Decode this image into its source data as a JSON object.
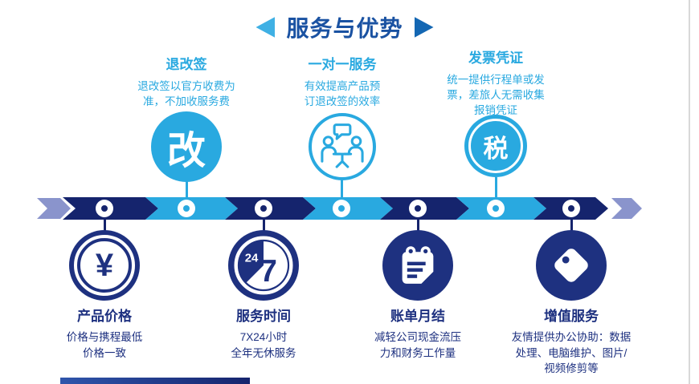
{
  "header": {
    "title": "服务与优势"
  },
  "top_items": [
    {
      "title": "退改签",
      "description": "退改签以官方收费为\n准，不加收服务费",
      "badge_glyph": "改"
    },
    {
      "title": "一对一服务",
      "description": "有效提高产品预\n订退改签的效率"
    },
    {
      "title": "发票凭证",
      "description": "统一提供行程单或发\n票，差旅人无需收集\n报销凭证",
      "badge_glyph": "税"
    }
  ],
  "bottom_items": [
    {
      "title": "产品价格",
      "description": "价格与携程最低\n价格一致",
      "icon_glyph": "¥"
    },
    {
      "title": "服务时间",
      "description": "7X24小时\n全年无休服务",
      "icon_label_hours": "24",
      "icon_label_days": "7"
    },
    {
      "title": "账单月结",
      "description": "减轻公司现金流压\n力和财务工作量"
    },
    {
      "title": "增值服务",
      "description": "友情提供办公协助：数据\n处理、电脑维护、图片/\n视频修剪等"
    }
  ],
  "colors": {
    "cyan": "#29a9e0",
    "navy": "#1e3180",
    "timeline_navy": "#15246d",
    "periwinkle": "#8a94cc",
    "title_blue": "#1a52a2",
    "title_triangle_left": "#3fb0e4",
    "title_triangle_right": "#1467b3"
  }
}
